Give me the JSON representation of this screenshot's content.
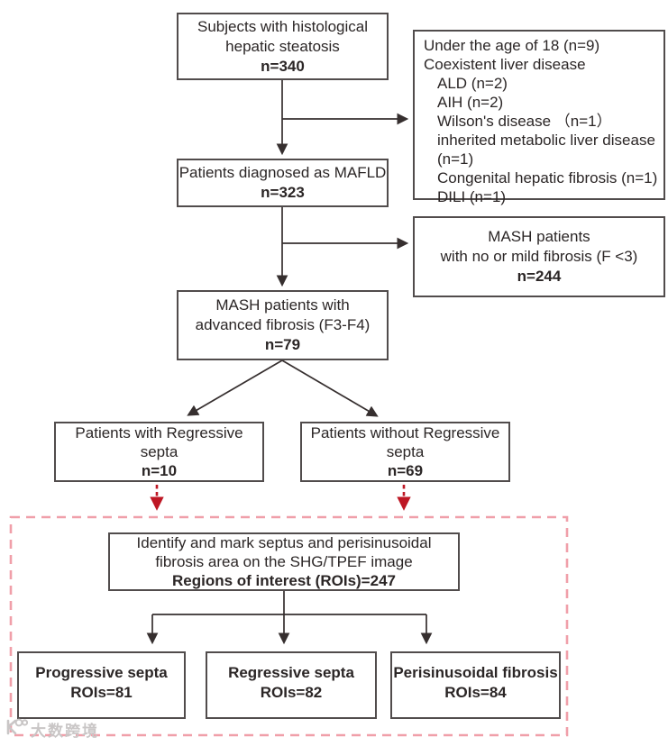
{
  "figure_type": "study-flowchart",
  "colors": {
    "box_border": "#514c4c",
    "text": "#2b2626",
    "arrow": "#362f2f",
    "red_arrow": "#be1724",
    "pink_dash": "#f09fa9",
    "watermark": "#c9c6c6",
    "background": "#ffffff"
  },
  "boxes": {
    "steatosis": {
      "lines": [
        "Subjects with histological",
        "hepatic steatosis"
      ],
      "count": "n=340"
    },
    "exclusions": {
      "lines": [
        "Under the age of 18 (n=9)",
        "Coexistent liver disease",
        "ALD (n=2)",
        "AIH (n=2)",
        "Wilson's disease （n=1）",
        "inherited  metabolic liver disease (n=1)",
        "Congenital hepatic fibrosis (n=1)",
        "DILI (n=1)"
      ]
    },
    "mafld": {
      "lines": [
        "Patients diagnosed as MAFLD"
      ],
      "count": "n=323"
    },
    "mash_mild": {
      "lines": [
        "MASH patients",
        "with no or mild fibrosis (F <3)"
      ],
      "count": "n=244"
    },
    "advanced": {
      "lines": [
        "MASH patients with",
        "advanced fibrosis (F3-F4)"
      ],
      "count": "n=79"
    },
    "with_septa": {
      "lines": [
        "Patients with Regressive",
        "septa"
      ],
      "count": "n=10"
    },
    "without_septa": {
      "lines": [
        "Patients without Regressive",
        "septa"
      ],
      "count": "n=69"
    },
    "identify": {
      "lines": [
        "Identify and mark septus and perisinusoidal",
        "fibrosis area on the SHG/TPEF image"
      ],
      "count": "Regions of interest (ROIs)=247"
    },
    "progressive": {
      "title": "Progressive septa",
      "count": "ROIs=81"
    },
    "regressive": {
      "title": "Regressive septa",
      "count": "ROIs=82"
    },
    "perisinusoidal": {
      "title": "Perisinusoidal fibrosis",
      "count": "ROIs=84"
    }
  },
  "watermark": {
    "text": "大数跨境"
  }
}
